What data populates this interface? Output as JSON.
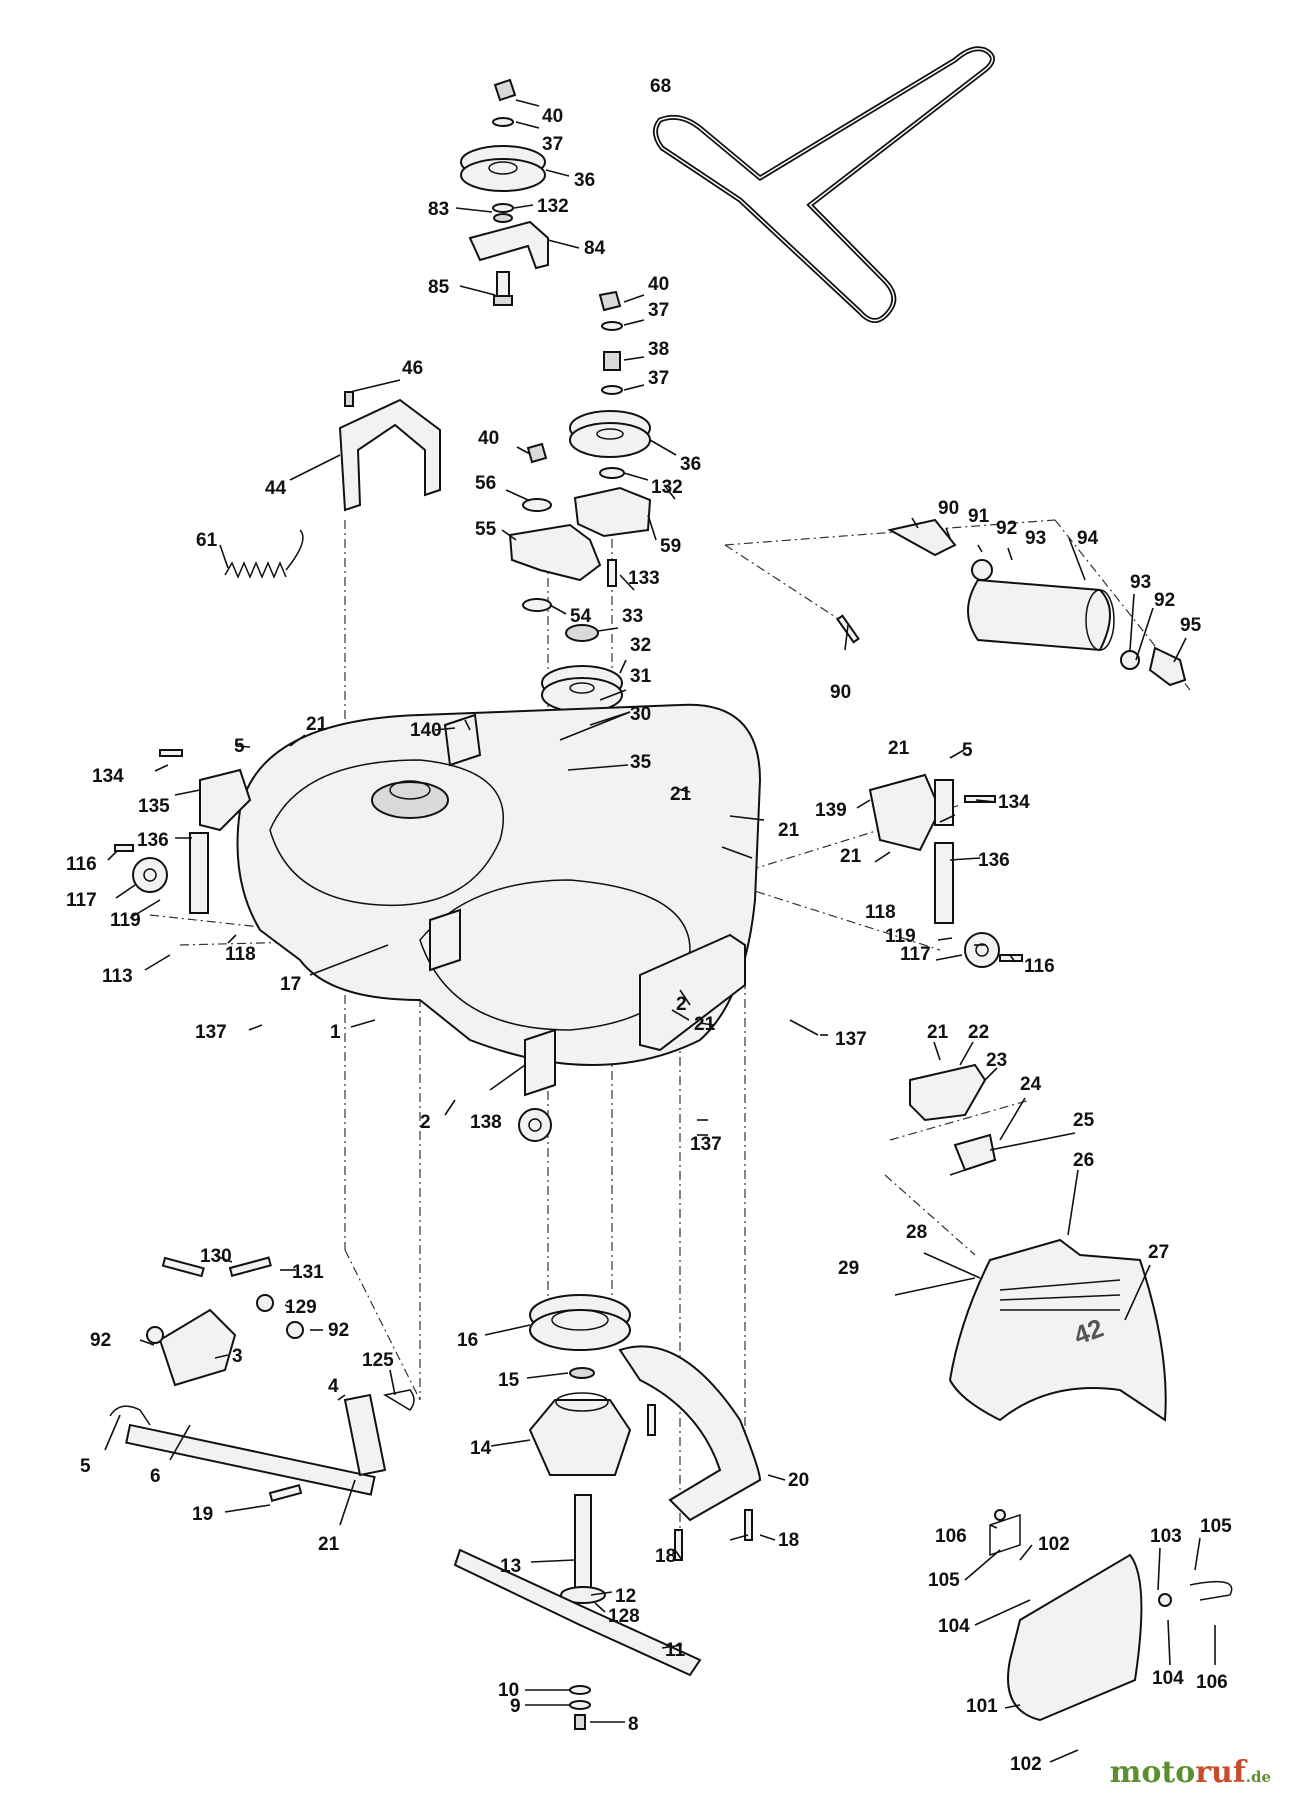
{
  "labels": [
    "1",
    "2",
    "3",
    "4",
    "5",
    "6",
    "8",
    "9",
    "10",
    "11",
    "12",
    "13",
    "14",
    "15",
    "16",
    "17",
    "18",
    "19",
    "20",
    "21",
    "22",
    "23",
    "24",
    "25",
    "26",
    "27",
    "28",
    "29",
    "30",
    "31",
    "32",
    "33",
    "35",
    "36",
    "37",
    "38",
    "40",
    "44",
    "46",
    "54",
    "55",
    "56",
    "59",
    "61",
    "68",
    "83",
    "84",
    "85",
    "90",
    "91",
    "92",
    "93",
    "94",
    "95",
    "101",
    "102",
    "103",
    "104",
    "105",
    "106",
    "113",
    "116",
    "117",
    "118",
    "119",
    "125",
    "128",
    "129",
    "130",
    "131",
    "132",
    "133",
    "134",
    "135",
    "136",
    "137",
    "138",
    "139",
    "140"
  ],
  "deck_marking": "42",
  "watermark": {
    "name_a": "moto",
    "name_b": "ruf",
    "suffix": ".de"
  }
}
